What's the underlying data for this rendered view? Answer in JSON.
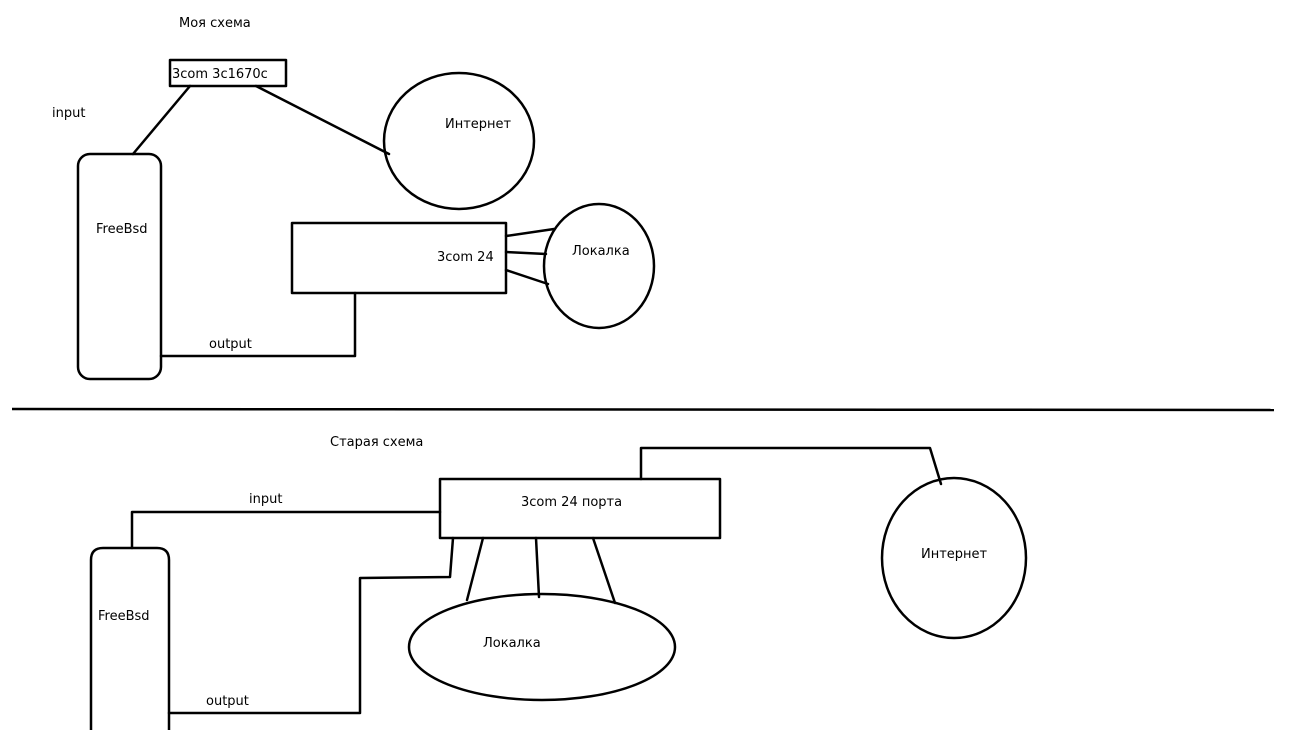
{
  "my_scheme": {
    "title": "Моя схема",
    "router_label": "3com 3c1670c",
    "input_label": "input",
    "freebsd_label": "FreeBsd",
    "internet_label": "Интернет",
    "switch_label": "3com 24",
    "lan_label": "Локалка",
    "output_label": "output"
  },
  "old_scheme": {
    "title": "Старая схема",
    "input_label": "input",
    "switch_label": "3com 24 порта",
    "internet_label": "Интернет",
    "freebsd_label": "FreeBsd",
    "lan_label": "Локалка",
    "output_label": "output"
  }
}
